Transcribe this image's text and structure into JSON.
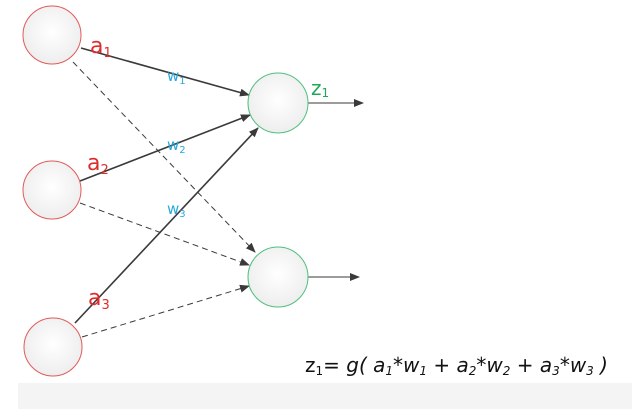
{
  "inputs": [
    {
      "label": "a",
      "sub": "1"
    },
    {
      "label": "a",
      "sub": "2"
    },
    {
      "label": "a",
      "sub": "3"
    }
  ],
  "weights": [
    {
      "label": "w",
      "sub": "1"
    },
    {
      "label": "w",
      "sub": "2"
    },
    {
      "label": "w",
      "sub": "3"
    }
  ],
  "output": {
    "label": "z",
    "sub": "1"
  },
  "formula": {
    "lhs": "z",
    "lhs_sub": "1",
    "eq": "= ",
    "g": "g( ",
    "t1a": "a",
    "t1a_sub": "1",
    "t1w": "*w",
    "t1w_sub": "1",
    "p1": " + ",
    "t2a": "a",
    "t2a_sub": "2",
    "t2w": "*w",
    "t2w_sub": "2",
    "p2": " + ",
    "t3a": "a",
    "t3a_sub": "3",
    "t3w": "*w",
    "t3w_sub": "3",
    "close": " )"
  },
  "colors": {
    "input": "#e05a5a",
    "output": "#4fbf7f",
    "weight": "#2aa8d8",
    "edge": "#3a3a3a"
  }
}
